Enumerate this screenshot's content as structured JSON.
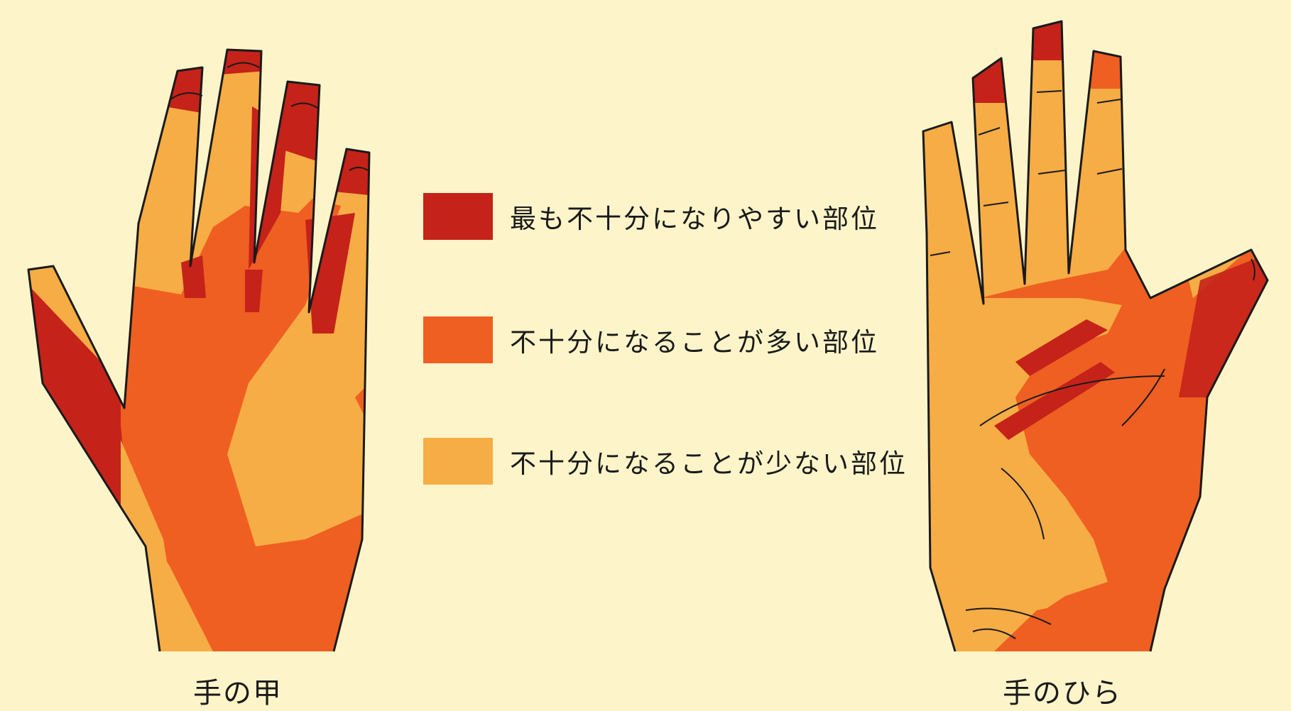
{
  "colors": {
    "background": "#fdf5c9",
    "most": "#c5221a",
    "often": "#ef5f21",
    "less": "#f6ad45",
    "outline": "#1a1a1a"
  },
  "legend": [
    {
      "label": "最も不十分になりやすい部位",
      "color": "#c5221a"
    },
    {
      "label": "不十分になることが多い部位",
      "color": "#ef5f21"
    },
    {
      "label": "不十分になることが少ない部位",
      "color": "#f6ad45"
    }
  ],
  "captions": {
    "back_of_hand": "手の甲",
    "palm": "手のひら"
  }
}
